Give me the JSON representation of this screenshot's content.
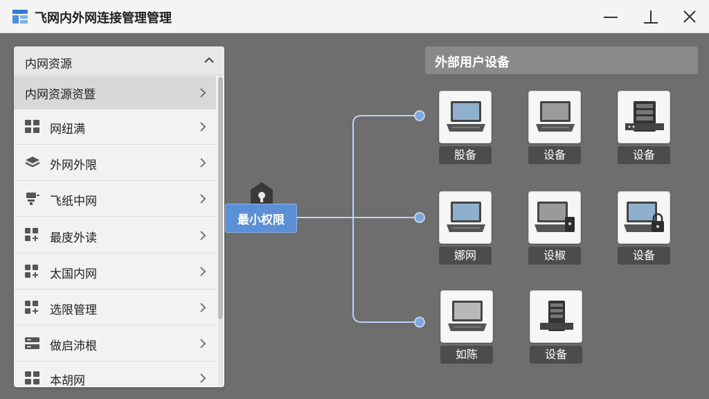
{
  "window": {
    "title": "飞网内外网连接管理管理",
    "controls": [
      "minimize-icon",
      "pin-icon",
      "close-icon"
    ]
  },
  "sidebar": {
    "header": "内网资源",
    "items": [
      {
        "label": "内网资源资暨",
        "icon": ""
      },
      {
        "label": "网纽满",
        "icon": "grid-icon"
      },
      {
        "label": "外网外限",
        "icon": "layers-icon"
      },
      {
        "label": "飞纸中网",
        "icon": "network-icon"
      },
      {
        "label": "最庋外读",
        "icon": "grid-plus-icon"
      },
      {
        "label": "太国内网",
        "icon": "grid-plus-icon"
      },
      {
        "label": "选限管理",
        "icon": "grid-plus-icon"
      },
      {
        "label": "做启沛根",
        "icon": "server-icon"
      },
      {
        "label": "本胡网",
        "icon": "grid-icon"
      }
    ]
  },
  "permission": {
    "label": "最小权限",
    "icon": "lock-icon"
  },
  "devices_panel": {
    "title": "外部用户设备",
    "devices": [
      {
        "label": "股备",
        "icon": "laptop-icon"
      },
      {
        "label": "设备",
        "icon": "laptop-icon"
      },
      {
        "label": "设备",
        "icon": "server-rack-icon"
      },
      {
        "label": "娜网",
        "icon": "laptop-icon"
      },
      {
        "label": "设椒",
        "icon": "laptop-lock-icon"
      },
      {
        "label": "设备",
        "icon": "laptop-padlock-icon"
      },
      {
        "label": "如陈",
        "icon": "laptop-icon"
      },
      {
        "label": "设备",
        "icon": "server-rack-icon"
      }
    ]
  },
  "colors": {
    "connector": "#bcd3f2",
    "connector_dot": "#7fa6e0",
    "permission_bg": "#5b8fd6",
    "background": "#6e6e6e"
  }
}
